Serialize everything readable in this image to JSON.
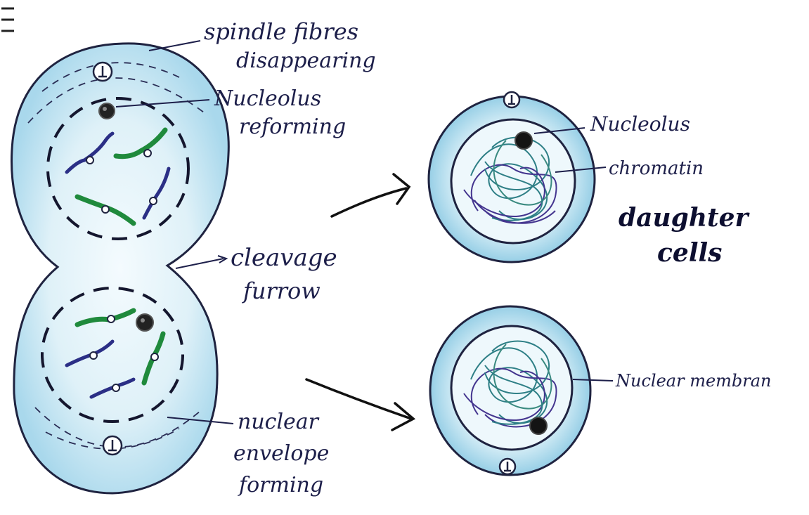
{
  "labels": {
    "spindle_line1": "spindle fibres",
    "spindle_line2": "disappearing",
    "nucleolus_line1": "Nucleolus",
    "nucleolus_line2": "reforming",
    "cleavage_line1": "cleavage",
    "cleavage_line2": "furrow",
    "envelope_line1": "nuclear",
    "envelope_line2": "envelope",
    "envelope_line3": "forming",
    "nucleolus_right": "Nucleolus",
    "chromatin": "chromatin",
    "daughter_line1": "daughter",
    "daughter_line2": "cells",
    "nuclear_membrane": "Nuclear membran"
  },
  "colors": {
    "cytoplasm": "#bfe3f1",
    "cytoplasm_light": "#e4f4fa",
    "outline": "#1f2340",
    "chromosome_green": "#1f8a3c",
    "chromosome_blue": "#2b2f86",
    "chromatin_teal": "#2e7f86",
    "chromatin_purple": "#44358f",
    "ink": "#1d1f4a"
  }
}
